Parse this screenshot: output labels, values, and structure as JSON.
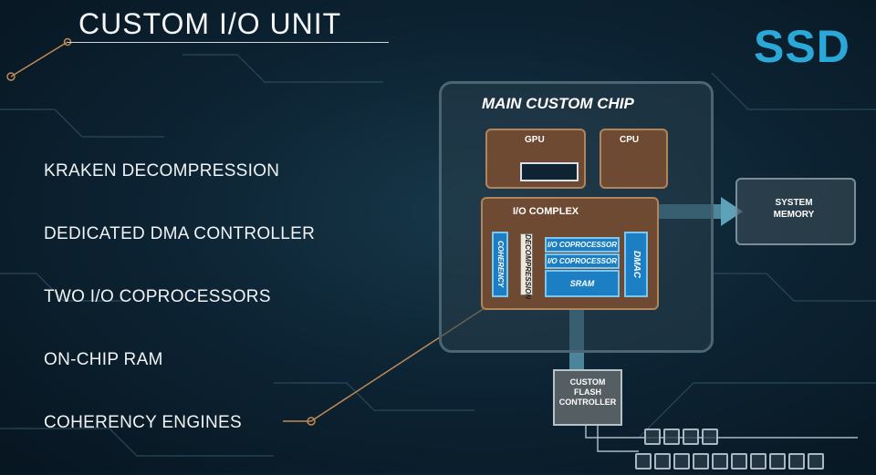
{
  "slide": {
    "title": "CUSTOM I/O UNIT",
    "brand": "SSD"
  },
  "features": [
    "KRAKEN DECOMPRESSION",
    "DEDICATED DMA CONTROLLER",
    "TWO I/O COPROCESSORS",
    "ON-CHIP RAM",
    "COHERENCY  ENGINES"
  ],
  "diagram": {
    "main_chip": "MAIN CUSTOM CHIP",
    "gpu": "GPU",
    "cpu": "CPU",
    "io_complex": "I/O COMPLEX",
    "coherency": "COHERENCY",
    "decompression": "DECOMPRESSION",
    "coprocessor_1": "I/O COPROCESSOR",
    "coprocessor_2": "I/O COPROCESSOR",
    "sram": "SRAM",
    "dmac": "DMAC",
    "system_memory_line1": "SYSTEM",
    "system_memory_line2": "MEMORY",
    "flash_line1": "CUSTOM",
    "flash_line2": "FLASH",
    "flash_line3": "CONTROLLER"
  },
  "colors": {
    "brand": "#2aa9d9",
    "accent_line": "#c28a54",
    "block_fill": "#6d4a31",
    "engine_blue": "#1c7fc4",
    "data_path": "#7fd6ee"
  }
}
